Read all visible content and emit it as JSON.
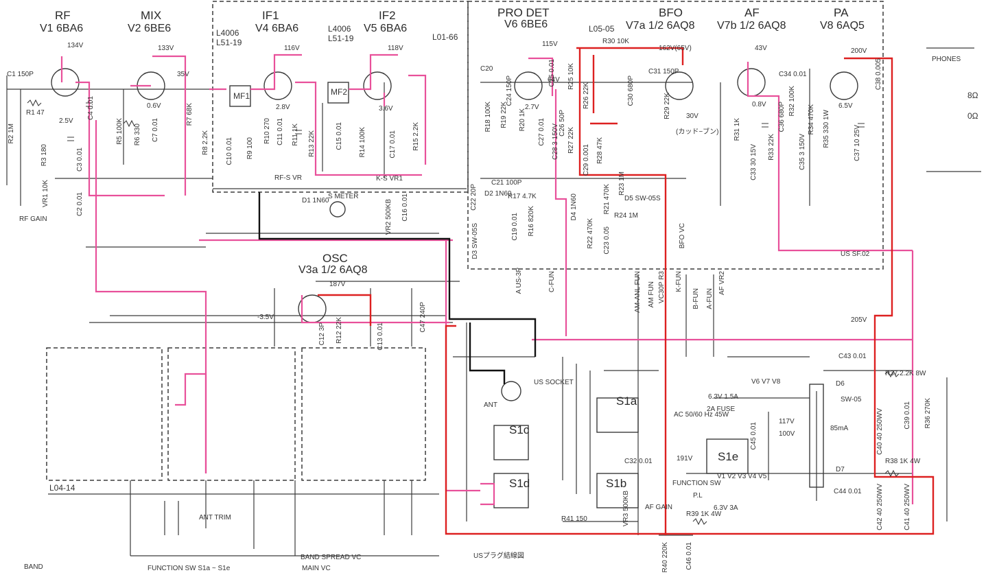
{
  "stages": {
    "rf": {
      "name": "RF",
      "tube": "V1 6BA6"
    },
    "mix": {
      "name": "MIX",
      "tube": "V2 6BE6"
    },
    "if1": {
      "name": "IF1",
      "tube": "V4 6BA6"
    },
    "if2": {
      "name": "IF2",
      "tube": "V5 6BA6"
    },
    "det": {
      "name": "PRO DET",
      "tube": "V6 6BE6"
    },
    "bfo": {
      "name": "BFO",
      "tube": "V7a 1/2 6AQ8"
    },
    "af": {
      "name": "AF",
      "tube": "V7b 1/2 6AQ8"
    },
    "pa": {
      "name": "PA",
      "tube": "V8 6AQ5"
    },
    "osc": {
      "name": "OSC",
      "tube": "V3a 1/2 6AQ8"
    }
  },
  "coils": {
    "if1": "L4006",
    "if1b": "L51-19",
    "if2": "L4006",
    "if2b": "L51-19",
    "l0166": "L01-66",
    "l0505": "L05-05",
    "l0414": "L04-14"
  },
  "voltages": {
    "v134": "134V",
    "v133": "133V",
    "v116": "116V",
    "v118": "118V",
    "v115": "115V",
    "v162": "162V(65V)",
    "v43": "43V",
    "v200": "200V",
    "v187": "187V",
    "vm35": "-3.5V",
    "v205": "205V",
    "v191": "191V",
    "v117": "117V",
    "v100": "100V",
    "v30": "30V",
    "v28": "2.8V",
    "v36": "3.6V",
    "v64": "64V",
    "v27": "2.7V",
    "v08": "0.8V",
    "v65": "6.5V",
    "v25": "2.5V",
    "v06": "0.6V",
    "v35": "35V"
  },
  "labels": {
    "phones": "PHONES",
    "ohm8": "8Ω",
    "ohm0": "0Ω",
    "rf_gain": "RF GAIN",
    "s_meter": "S METER",
    "ant": "ANT",
    "ant_trim": "ANT TRIM",
    "band": "BAND",
    "function_sw": "FUNCTION SW S1a ~ S1e",
    "band_spread": "BAND SPREAD VC",
    "main_vc": "MAIN VC",
    "us_socket": "US SOCKET",
    "us_plug": "USプラグ結線図",
    "ac_in": "AC 50/60 Hz 45W",
    "fuse": "2A FUSE",
    "heater": "6.3V 1.5A",
    "heater2": "6.3V 3A",
    "ma85": "85mA",
    "sw05": "SW-05",
    "us_sf": "US SF.02",
    "card": "(カッド−ブン)",
    "rf_s_vr": "RF-S VR",
    "k_s_vr1": "K-S VR1",
    "a_us3p": "A US-3P",
    "c_fun": "C-FUN",
    "am_anl": "AM-ANL FUN",
    "am_fun": "AM FUN",
    "vc30p": "VC30P R3",
    "k_fun": "K-FUN",
    "b_fun": "B-FUN",
    "a_fun": "A-FUN",
    "af_vr2": "AF VR2",
    "bfo_vc": "BFO VC",
    "pl": "P.L",
    "function_s": "FUNCTION SW",
    "af_gain": "AF GAIN"
  },
  "switches": {
    "s1a": "S1a",
    "s1b": "S1b",
    "s1c": "S1c",
    "s1d": "S1d",
    "s1e": "S1e"
  },
  "parts": {
    "c1": "C1 150P",
    "r1": "R1 47",
    "r2": "R2 1M",
    "r3": "R3 180",
    "c3": "C3 0.01",
    "c4": "C4 0.01",
    "vr1": "VR1 10K",
    "c2": "C2 0.01",
    "r5": "R5 100K",
    "r6": "R6 330",
    "c7": "C7 0.01",
    "r7": "R7 68K",
    "r8": "R8 2.2K",
    "c10": "C10 0.01",
    "r9": "R9 100",
    "r10": "R10 270",
    "c11": "C11 0.01",
    "r11": "R11 1K",
    "r13": "R13 22K",
    "c15": "C15 0.01",
    "r14": "R14 100K",
    "c17": "C17 0.01",
    "r15": "R15 2.2K",
    "r18": "R18 100K",
    "r19": "R19 22K",
    "r20": "R20 1K",
    "c27": "C27 0.01",
    "c28": "C28 3 150V",
    "r27": "R27 22K",
    "r26": "R26 22K",
    "r25": "R25 10K",
    "c31": "C31 150P",
    "r29": "R29 22K",
    "r21": "R21 470K",
    "r22": "R22 470K",
    "r23": "R23 1M",
    "r17": "R17 4.7K",
    "r16": "R16 820K",
    "c19": "C19 0.01",
    "c21": "C21 100P",
    "c22": "C22 20P",
    "c16": "C16 0.01",
    "c23": "C23 0.05",
    "r24": "R24 1M",
    "vr2": "VR2 500KB",
    "d1": "D1 1N60",
    "d2": "D2 1N60",
    "d3": "D3 SW-05S",
    "d4": "D4 1N60",
    "d5": "D5 SW-05S",
    "r31": "R31 1K",
    "c33": "C33 30 15V",
    "c34": "C34 0.01",
    "c36": "C36 680P",
    "r32": "R32 100K",
    "r33": "R33 22K",
    "r34": "R34 470K",
    "c35": "C35 3 150V",
    "r35": "R35 330 1W",
    "c37": "C37 10 25V",
    "c38": "C38 0.005",
    "c12": "C12 3P",
    "r12": "R12 22K",
    "c13": "C13 0.01",
    "c47": "C47 240P",
    "c43": "C43 0.01",
    "r37": "R37 2.2K 8W",
    "d6": "D6",
    "c40": "C40 40 250WV",
    "c39": "C39 0.01",
    "r36": "R36 270K",
    "c45": "C45 0.01",
    "d7": "D7",
    "c44": "C44 0.01",
    "r38": "R38 1K 4W",
    "c42": "C42 40 250WV",
    "c41": "C41 40 250WV",
    "r41": "R41 150",
    "r39": "R39 1K 4W",
    "r40": "R40 220K",
    "c46": "C46 0.01",
    "c32": "C32 0.01",
    "vr3": "VR3 500KB",
    "r30": "R30 10K",
    "c30": "C30 680P",
    "c29": "C29 0.001",
    "r28": "R28 47K",
    "c24": "C24 150P",
    "c20": "C20",
    "c25": "C25 0.01",
    "c26": "C26 50P",
    "mf1": "MF1",
    "mf2": "MF2",
    "v678": "V6 V7 V8",
    "v1_5": "V1 V2 V3 V4 V5"
  },
  "colors": {
    "magenta": "#e8509a",
    "red": "#dd2020",
    "black": "#111111",
    "ink": "#3a3a3a",
    "paper": "#ffffff"
  }
}
